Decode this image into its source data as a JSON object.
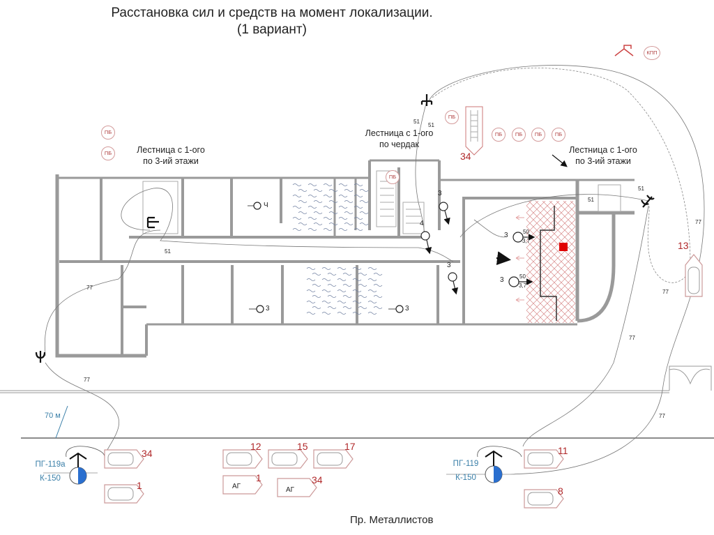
{
  "title": {
    "line1": "Расстановка сил и средств на момент локализации.",
    "line2": "(1 вариант)"
  },
  "labels": {
    "stair_left": [
      "Лестница с 1-ого",
      "по 3-ий этажи"
    ],
    "stair_middle": [
      "Лестница с 1-ого",
      "по чердак"
    ],
    "stair_right": [
      "Лестница с 1-ого",
      "по 3-ий этажи"
    ],
    "street": "Пр. Металлистов",
    "distance": "70 м"
  },
  "markers": {
    "fire_post": "ПБ",
    "checkpoint": "КПП"
  },
  "hydrants": [
    {
      "name": "ПГ-119а",
      "type": "К-150",
      "color": "#2a6fcf"
    },
    {
      "name": "ПГ-119",
      "type": "К-150",
      "color": "#2a6fcf"
    }
  ],
  "vehicles": [
    {
      "id": "34",
      "kind": "АЦ",
      "label": ""
    },
    {
      "id": "1",
      "kind": "АЦ",
      "label": ""
    },
    {
      "id": "12",
      "kind": "АЦ",
      "label": ""
    },
    {
      "id": "15",
      "kind": "АЦ",
      "label": ""
    },
    {
      "id": "17",
      "kind": "АЦ",
      "label": ""
    },
    {
      "id": "1",
      "kind": "АГ",
      "label": "АГ"
    },
    {
      "id": "34",
      "kind": "АГ",
      "label": "АГ"
    },
    {
      "id": "11",
      "kind": "АЦ",
      "label": ""
    },
    {
      "id": "8",
      "kind": "АЦ",
      "label": ""
    },
    {
      "id": "13",
      "kind": "АЦ",
      "label": ""
    },
    {
      "id": "34",
      "kind": "АЛ",
      "label": ""
    }
  ],
  "hose_labels": {
    "h51": "51",
    "h77": "77"
  },
  "nozzles": {
    "type3": "3",
    "type4": "4",
    "typeCh": "Ч",
    "flow_top": "50",
    "flow_bottom": "3,7"
  },
  "colors": {
    "fire": "#e00000",
    "hatch": "#d88a8a",
    "water": "#6f7fa0",
    "wall": "#9a9a9a",
    "red_text": "#b0282a",
    "blue_text": "#3a7fa8"
  }
}
